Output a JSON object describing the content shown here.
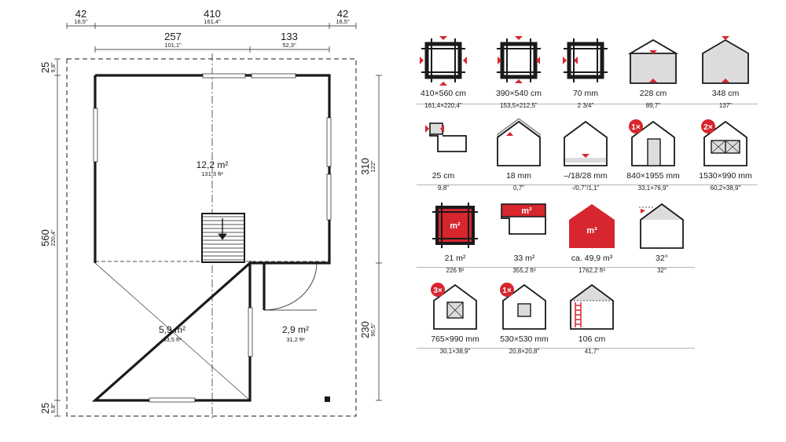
{
  "plan": {
    "dims_top": [
      {
        "main": "42",
        "sub": "16,5\""
      },
      {
        "main": "410",
        "sub": "161,4\""
      },
      {
        "main": "42",
        "sub": "16,5\""
      },
      {
        "main": "257",
        "sub": "101,1\""
      },
      {
        "main": "133",
        "sub": "52,3\""
      }
    ],
    "dims_left": [
      {
        "main": "25",
        "sub": "9,8\""
      },
      {
        "main": "560",
        "sub": "220,4\""
      },
      {
        "main": "25",
        "sub": "9,8\""
      }
    ],
    "dims_right": [
      {
        "main": "310",
        "sub": "122\""
      },
      {
        "main": "230",
        "sub": "90,5\""
      }
    ],
    "rooms": [
      {
        "area": "12,2 m²",
        "sub": "131,3 ft²"
      },
      {
        "area": "5,9 m²",
        "sub": "63,5 ft²"
      },
      {
        "area": "2,9 m²",
        "sub": "31,2 ft²"
      }
    ]
  },
  "specs": [
    {
      "label": "410×560 cm",
      "sub": "161,4×220,4\"",
      "icon": "outer-footprint-icon"
    },
    {
      "label": "390×540 cm",
      "sub": "153,5×212,5\"",
      "icon": "inner-footprint-icon"
    },
    {
      "label": "70 mm",
      "sub": "2  3/4\"",
      "icon": "wall-thickness-icon"
    },
    {
      "label": "228 cm",
      "sub": "89,7\"",
      "icon": "wall-height-icon"
    },
    {
      "label": "348 cm",
      "sub": "137\"",
      "icon": "ridge-height-icon"
    },
    {
      "label": "25 cm",
      "sub": "9,8\"",
      "icon": "roof-overhang-icon"
    },
    {
      "label": "18 mm",
      "sub": "0,7\"",
      "icon": "roof-board-icon"
    },
    {
      "label": "–/18/28 mm",
      "sub": "-/0,7\"/1,1\"",
      "icon": "floor-board-icon"
    },
    {
      "label": "840×1955 mm",
      "sub": "33,1×76,9\"",
      "icon": "door-icon",
      "badge": "1×"
    },
    {
      "label": "1530×990 mm",
      "sub": "60,2×38,9\"",
      "icon": "double-window-icon",
      "badge": "2×"
    },
    {
      "label": "21 m²",
      "sub": "226 ft²",
      "icon": "floor-area-icon",
      "tag": "m²"
    },
    {
      "label": "33 m²",
      "sub": "355,2 ft²",
      "icon": "roof-area-icon",
      "tag": "m²"
    },
    {
      "label": "ca. 49,9 m³",
      "sub": "1762,2 ft³",
      "icon": "volume-icon",
      "tag": "m³"
    },
    {
      "label": "32°",
      "sub": "32°",
      "icon": "roof-angle-icon"
    },
    {
      "label": "765×990 mm",
      "sub": "30,1×38,9\"",
      "icon": "window-icon",
      "badge": "3×"
    },
    {
      "label": "530×530 mm",
      "sub": "20,8×20,8\"",
      "icon": "small-window-icon",
      "badge": "1×"
    },
    {
      "label": "106 cm",
      "sub": "41,7\"",
      "icon": "loft-height-icon"
    }
  ],
  "colors": {
    "accent": "#d7262e",
    "line": "#1a1a1a",
    "fill_grey": "#dcdcdc",
    "rule": "#b5b5b5"
  }
}
